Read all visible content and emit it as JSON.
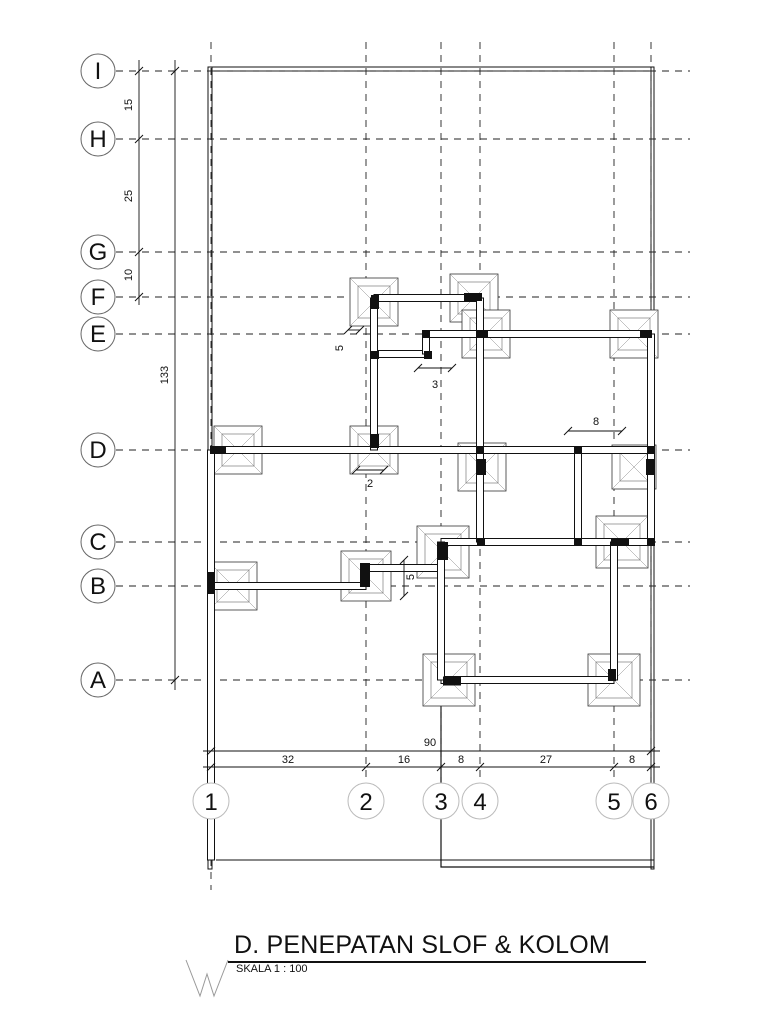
{
  "rows": [
    {
      "label": "I"
    },
    {
      "label": "H"
    },
    {
      "label": "G"
    },
    {
      "label": "F"
    },
    {
      "label": "E"
    },
    {
      "label": "D"
    },
    {
      "label": "C"
    },
    {
      "label": "B"
    },
    {
      "label": "A"
    }
  ],
  "columns": [
    {
      "label": "1"
    },
    {
      "label": "2"
    },
    {
      "label": "3"
    },
    {
      "label": "4"
    },
    {
      "label": "5"
    },
    {
      "label": "6"
    }
  ],
  "dimensions": {
    "vertical": [
      "15",
      "25",
      "10",
      "133"
    ],
    "horizontal_total": "90",
    "horizontal": [
      "32",
      "16",
      "8",
      "27",
      "8"
    ],
    "details": [
      "5",
      "3",
      "8",
      "2",
      "5"
    ]
  },
  "title": {
    "main": "D. PENEPATAN SLOF & KOLOM",
    "scale": "SKALA 1 : 100"
  }
}
